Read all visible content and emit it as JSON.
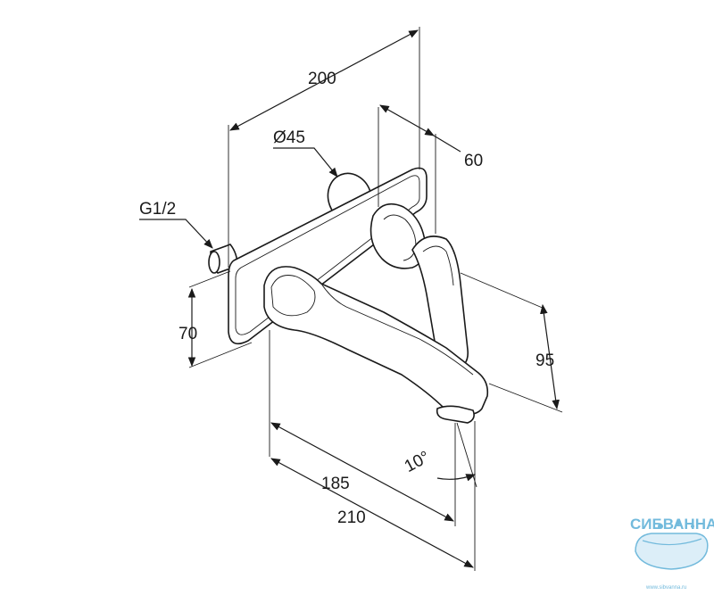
{
  "dimensions": {
    "width_total": "200",
    "spout_depth": "60",
    "rosette_diameter": "Ø45",
    "thread": "G1/2",
    "plate_height": "70",
    "spout_height": "95",
    "spout_projection": "185",
    "overall_projection": "210",
    "spout_angle": "10°"
  },
  "watermark": {
    "brand": "СИБВАННА",
    "url": "www.sibvanna.ru"
  },
  "colors": {
    "line": "#1a1a1a",
    "watermark": "#5aaed6"
  }
}
